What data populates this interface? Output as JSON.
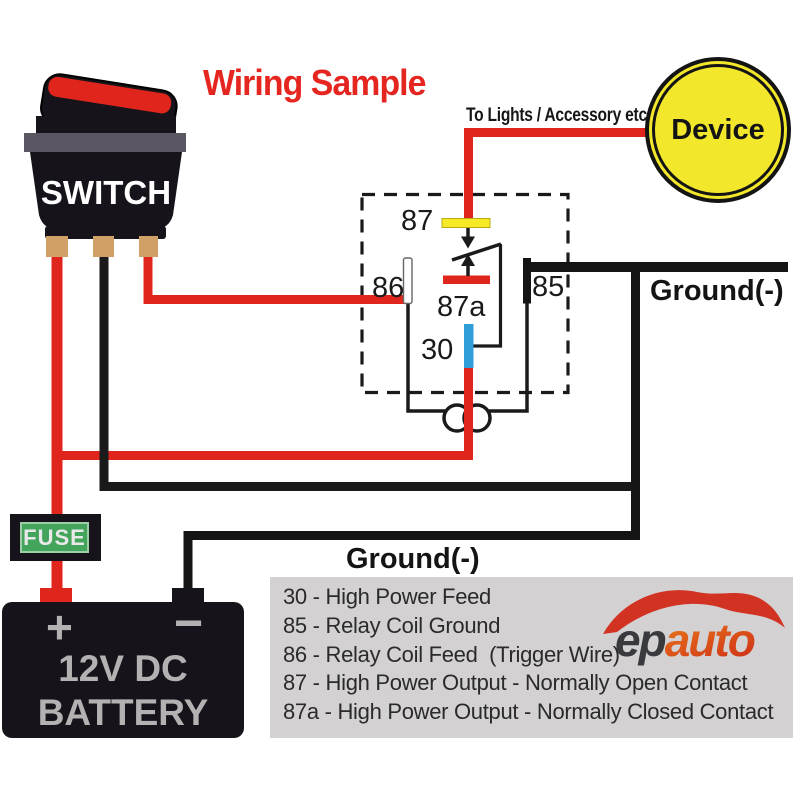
{
  "title": "Wiring Sample",
  "to_lights_label": "To Lights / Accessory etc.",
  "device_label": "Device",
  "switch_label": "SWITCH",
  "fuse_label": "FUSE",
  "battery": {
    "plus": "+",
    "minus": "−",
    "line1": "12V DC",
    "line2": "BATTERY"
  },
  "relay_pins": {
    "p30": "30",
    "p85": "85",
    "p86": "86",
    "p87": "87",
    "p87a": "87a"
  },
  "ground_labels": {
    "right": "Ground(-)",
    "bottom": "Ground(-)"
  },
  "legend": {
    "items": [
      "30 - High Power Feed",
      "85 - Relay Coil Ground",
      "86 - Relay Coil Feed  (Trigger Wire)",
      "87 - High Power Output - Normally Open Contact",
      "87a - High Power Output - Normally Closed Contact"
    ]
  },
  "logo": {
    "ep": "ep",
    "auto": "auto"
  },
  "colors": {
    "wire_red": "#e0261c",
    "wire_black": "#1a1a1a",
    "title_red": "#e52620",
    "device_yellow": "#f3e72c",
    "contact_yellow": "#f6e926",
    "relay_blue": "#2e9fd9",
    "fuse_green": "#43a55b",
    "terminal_tan": "#d0a067",
    "legend_bg": "#d3d1d2",
    "logo_orange": "#e8641f"
  }
}
